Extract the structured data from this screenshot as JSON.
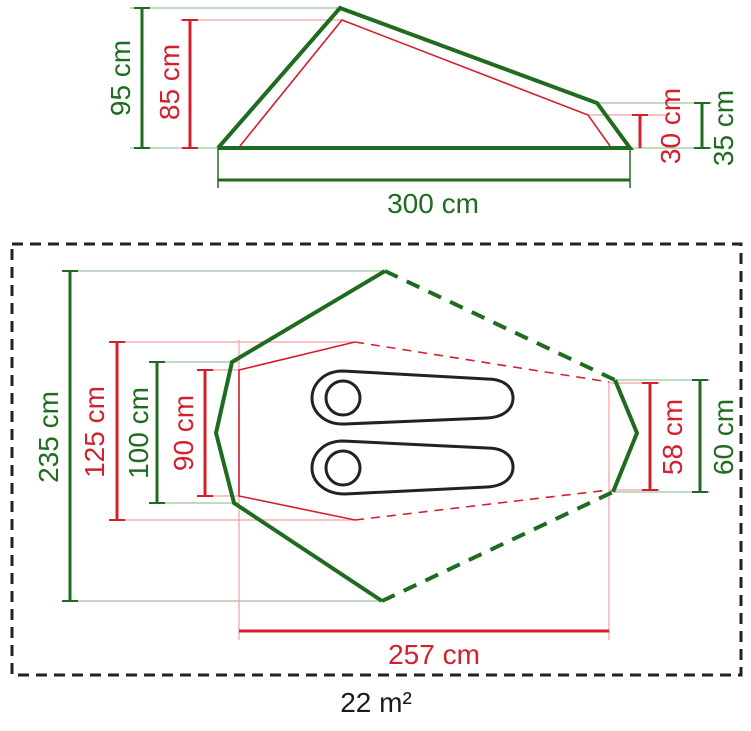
{
  "side_view": {
    "outer_height": "95 cm",
    "inner_height": "85 cm",
    "inner_low_height": "30 cm",
    "outer_low_height": "35 cm",
    "length": "300 cm"
  },
  "floor_plan": {
    "outer_width": "235 cm",
    "vestibule_width": "125 cm",
    "inner_width_outer": "100 cm",
    "inner_width": "90 cm",
    "inner_foot_width": "58 cm",
    "outer_foot_width": "60 cm",
    "inner_length": "257 cm",
    "area": "22 m²"
  },
  "colors": {
    "outer": "#1f6b1f",
    "inner": "#d4202e",
    "border": "#222222"
  }
}
